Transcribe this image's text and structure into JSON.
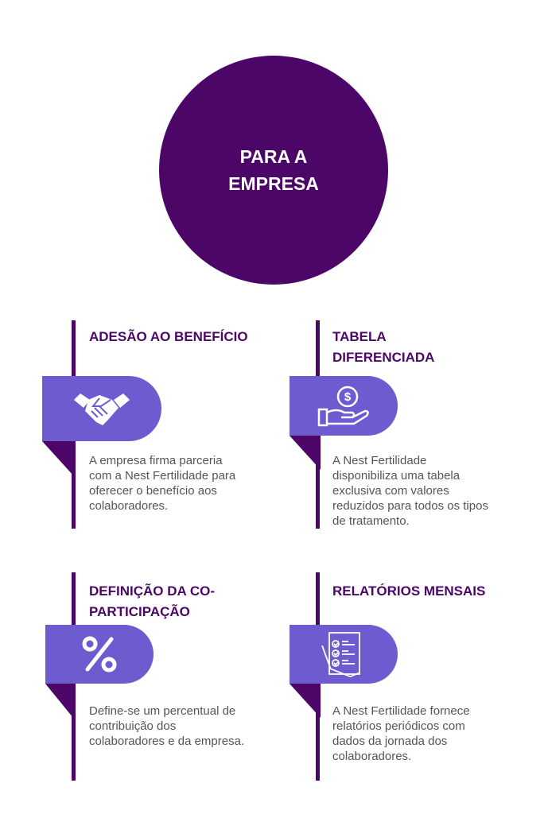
{
  "header": {
    "title": "PARA A EMPRESA"
  },
  "cards": [
    {
      "title": "ADESÃO AO BENEFÍCIO",
      "icon": "handshake-icon",
      "text": "A empresa firma parceria com a Nest Fertilidade para oferecer o benefício aos colaboradores."
    },
    {
      "title": "TABELA DIFERENCIADA",
      "icon": "dollar-hand-icon",
      "text": "A Nest Fertilidade disponibiliza uma tabela exclusiva com valores reduzidos para todos os tipos de tratamento."
    },
    {
      "title": "DEFINIÇÃO DA CO-PARTICIPAÇÃO",
      "icon": "percent-icon",
      "text": "Define-se um percentual de contribuição dos colaboradores e da empresa."
    },
    {
      "title": "RELATÓRIOS MENSAIS",
      "icon": "report-checklist-icon",
      "text": "A Nest Fertilidade fornece relatórios periódicos com dados da jornada dos colaboradores."
    }
  ],
  "colors": {
    "dark": "#4B0668",
    "accent": "#6E5BD0"
  }
}
